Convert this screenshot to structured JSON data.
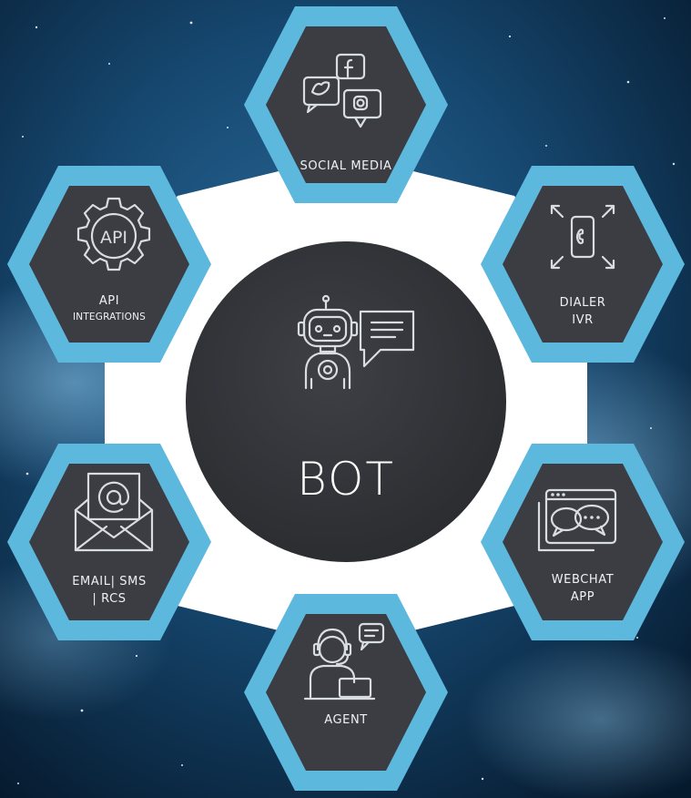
{
  "colors": {
    "accent": "#5db8de",
    "hex_fill": "#3b3d42",
    "center_fill": "#34363b",
    "ring": "#ffffff",
    "background": "#0b2740"
  },
  "center": {
    "label": "BOT",
    "icon": "robot-chat-icon"
  },
  "nodes": {
    "social_media": {
      "label": "SOCIAL MEDIA",
      "icon": "social-media-icon"
    },
    "dialer_ivr": {
      "line1": "DIALER",
      "line2": "IVR",
      "icon": "phone-expand-icon"
    },
    "webchat_app": {
      "line1": "WEBCHAT",
      "line2": "APP",
      "icon": "webchat-icon"
    },
    "agent": {
      "label": "AGENT",
      "icon": "agent-headset-icon"
    },
    "email_sms_rcs": {
      "line1": "EMAIL| SMS",
      "line2": "| RCS",
      "icon": "email-at-icon"
    },
    "api_integrations": {
      "line1": "API",
      "line2": "INTEGRATIONS",
      "icon": "api-gear-icon",
      "icon_text": "API"
    }
  }
}
